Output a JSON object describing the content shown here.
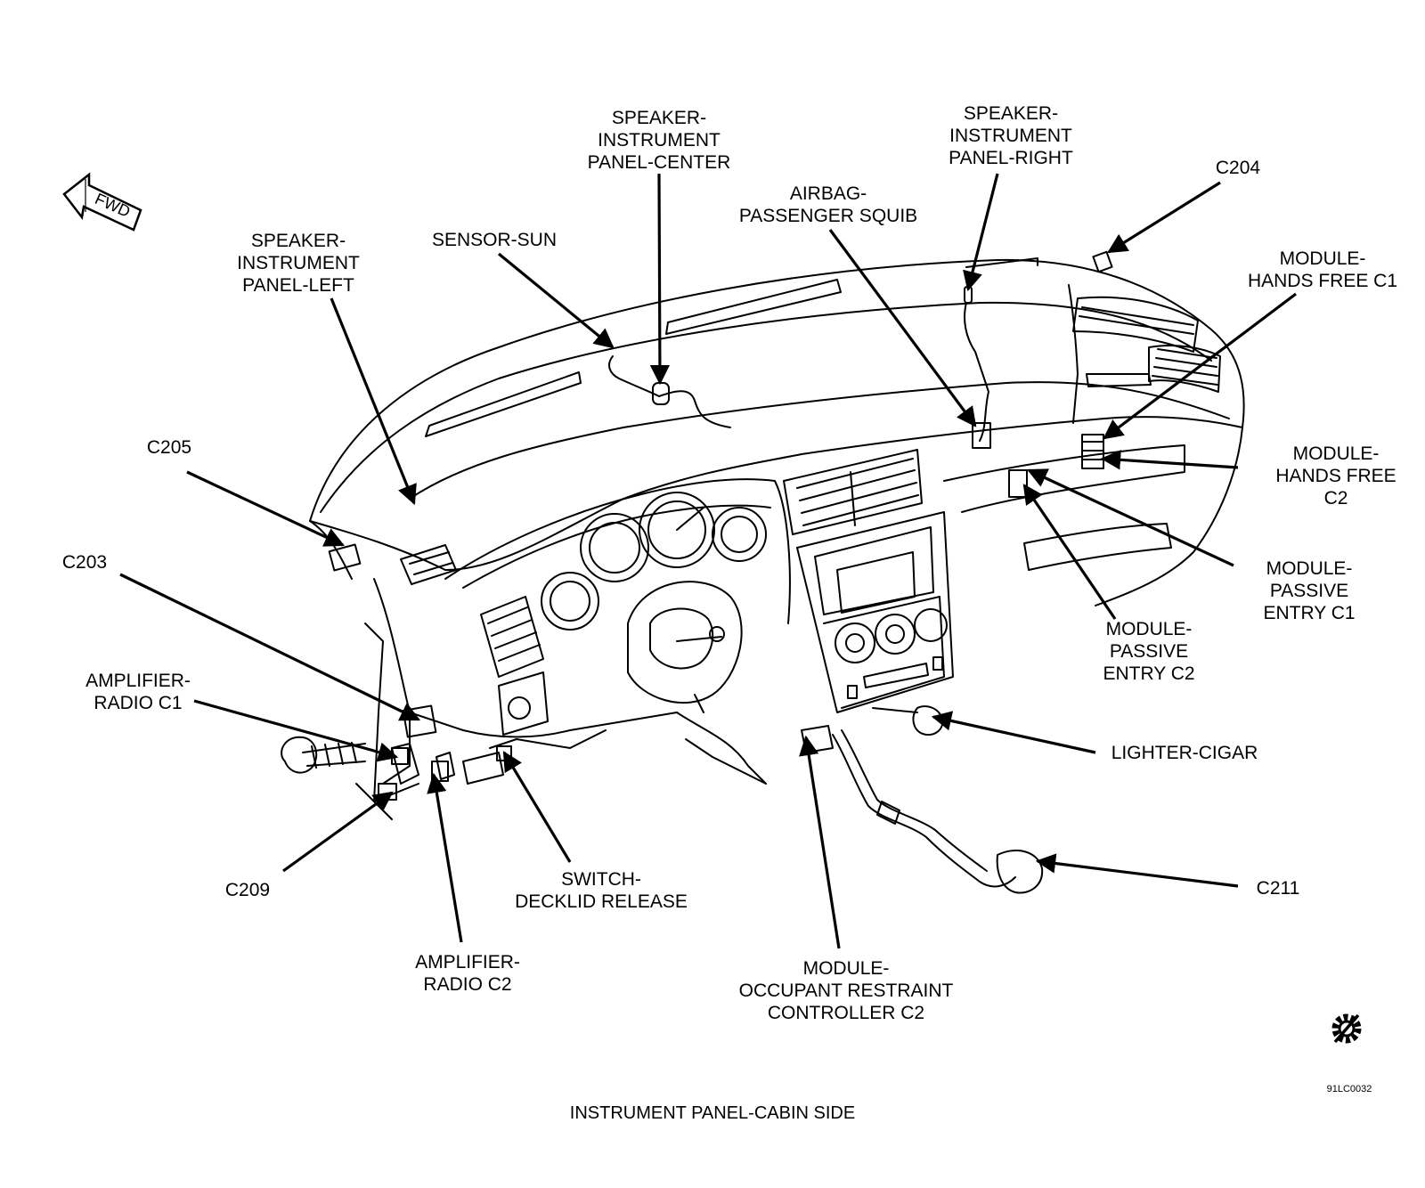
{
  "title": "INSTRUMENT PANEL-CABIN SIDE",
  "drawing_id": "91LC0032",
  "fwd_label": "FWD",
  "labels": {
    "speaker_ip_center": [
      "SPEAKER-",
      "INSTRUMENT",
      "PANEL-CENTER"
    ],
    "speaker_ip_right": [
      "SPEAKER-",
      "INSTRUMENT",
      "PANEL-RIGHT"
    ],
    "speaker_ip_left": [
      "SPEAKER-",
      "INSTRUMENT",
      "PANEL-LEFT"
    ],
    "sensor_sun": [
      "SENSOR-SUN"
    ],
    "airbag_passenger_squib": [
      "AIRBAG-",
      "PASSENGER SQUIB"
    ],
    "c204": [
      "C204"
    ],
    "module_hands_free_c1": [
      "MODULE-",
      "HANDS FREE C1"
    ],
    "module_hands_free_c2": [
      "MODULE-",
      "HANDS FREE",
      "C2"
    ],
    "module_passive_entry_c1": [
      "MODULE-",
      "PASSIVE",
      "ENTRY C1"
    ],
    "module_passive_entry_c2": [
      "MODULE-",
      "PASSIVE",
      "ENTRY C2"
    ],
    "c205": [
      "C205"
    ],
    "c203": [
      "C203"
    ],
    "amplifier_radio_c1": [
      "AMPLIFIER-",
      "RADIO C1"
    ],
    "c209": [
      "C209"
    ],
    "switch_decklid_release": [
      "SWITCH-",
      "DECKLID RELEASE"
    ],
    "amplifier_radio_c2": [
      "AMPLIFIER-",
      "RADIO C2"
    ],
    "module_orc_c2": [
      "MODULE-",
      "OCCUPANT RESTRAINT",
      "CONTROLLER C2"
    ],
    "lighter_cigar": [
      "LIGHTER-CIGAR"
    ],
    "c211": [
      "C211"
    ]
  },
  "icons": [
    "fwd-arrow-icon",
    "service-gear-icon"
  ],
  "colors": {
    "line": "#000000",
    "background": "#ffffff"
  }
}
